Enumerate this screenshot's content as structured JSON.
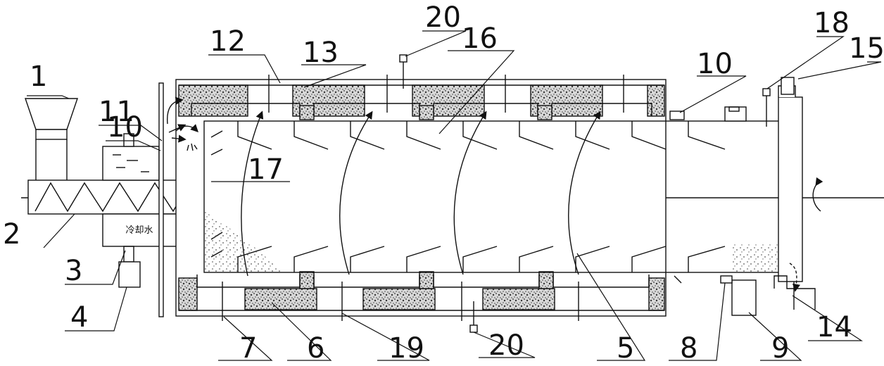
{
  "labels": {
    "l1": "1",
    "l2": "2",
    "l3": "3",
    "l4": "4",
    "l5": "5",
    "l6": "6",
    "l7": "7",
    "l8": "8",
    "l9": "9",
    "l10a": "10",
    "l10b": "10",
    "l11": "11",
    "l12": "12",
    "l13": "13",
    "l14": "14",
    "l15": "15",
    "l16": "16",
    "l17": "17",
    "l18": "18",
    "l19": "19",
    "l20a": "20",
    "l20b": "20"
  },
  "tank": {
    "cooling_water": "冷却水"
  },
  "colors": {
    "line": "#111111",
    "insulation_fill": "#9a9a9a"
  }
}
